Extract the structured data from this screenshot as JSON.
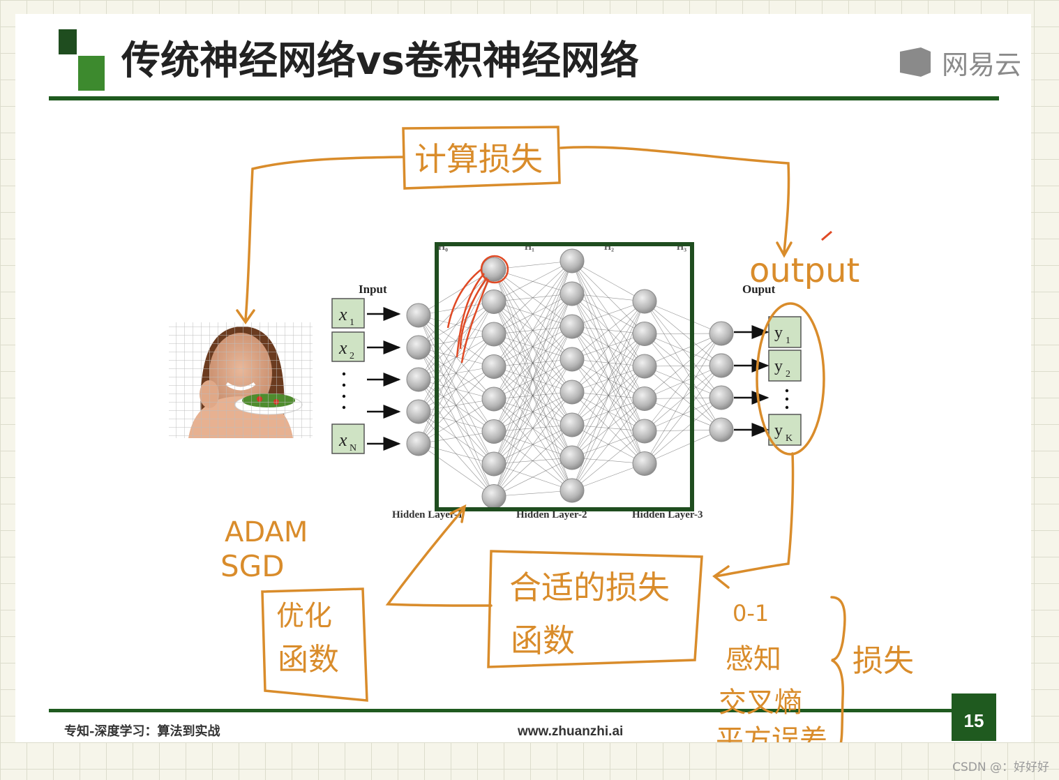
{
  "slide": {
    "title": "传统神经网络vs卷积神经网络",
    "brand": "网易云",
    "footer_left": "专知-深度学习：算法到实战",
    "footer_center": "www.zhuanzhi.ai",
    "page_number": "15",
    "accent_color": "#1f5a1f"
  },
  "network": {
    "input_label": "Input",
    "output_label": "Ouput",
    "inputs": [
      "x1",
      "x2",
      "xN"
    ],
    "input_subscripts": [
      "1",
      "2",
      "N"
    ],
    "outputs": [
      "y1",
      "y2",
      "yK"
    ],
    "output_subscripts": [
      "1",
      "2",
      "K"
    ],
    "layer_labels": [
      "Hidden Layer-1",
      "Hidden Layer-2",
      "Hidden Layer-3"
    ],
    "layer_top_labels": [
      "H₀",
      "H₁",
      "H₂",
      "H₃"
    ],
    "layer_node_counts": [
      5,
      8,
      8,
      6,
      4
    ]
  },
  "annotations": {
    "compute_loss": "计算损失",
    "output": "output",
    "optimizer_names": [
      "ADAM",
      "SGD"
    ],
    "optimizer_box": [
      "优化",
      "函数"
    ],
    "loss_function_box": [
      "合适的损失",
      "函数"
    ],
    "loss_types": [
      "0-1",
      "感知",
      "交叉熵",
      "平方误差"
    ],
    "loss": "损失",
    "ink_color": "#d98c2b",
    "highlight_color": "#e04a25"
  },
  "watermark": "CSDN @：好好好"
}
